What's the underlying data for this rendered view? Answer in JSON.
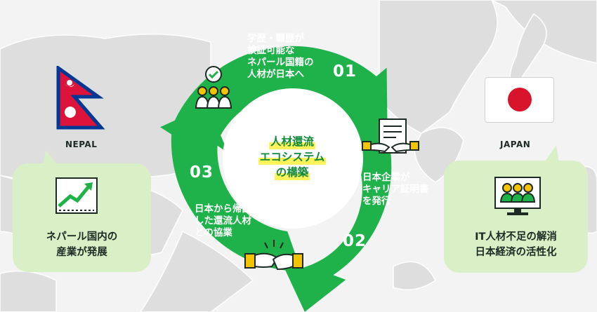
{
  "diagram": {
    "center_title": [
      "人材還流",
      "エコシステム",
      "の構築"
    ],
    "segments": [
      {
        "number": "01",
        "text": [
          "学歴・職歴が",
          "検証可能な",
          "ネパール国籍の",
          "人材が日本へ"
        ]
      },
      {
        "number": "02",
        "text": [
          "日本企業が",
          "キャリア証明書",
          "を発行"
        ]
      },
      {
        "number": "03",
        "text": [
          "日本から帰国",
          "した還流人材",
          "との協業"
        ]
      }
    ]
  },
  "nepal": {
    "label": "NEPAL",
    "bubble_text": [
      "ネパール国内の",
      "産業が発展"
    ]
  },
  "japan": {
    "label": "JAPAN",
    "bubble_text": [
      "IT人材不足の解消",
      "日本経済の活性化"
    ]
  },
  "colors": {
    "ring_green": "#1fb24a",
    "center_title": "#128a3a",
    "highlight": "#fff25a",
    "bubble": "#d9f0c7",
    "nepal_red": "#dc143c",
    "nepal_blue": "#003893",
    "japan_red": "#d7142b"
  },
  "icons": [
    "people-check-icon",
    "certificate-handshake-icon",
    "handshake-icon",
    "growth-chart-icon",
    "video-meeting-icon"
  ]
}
